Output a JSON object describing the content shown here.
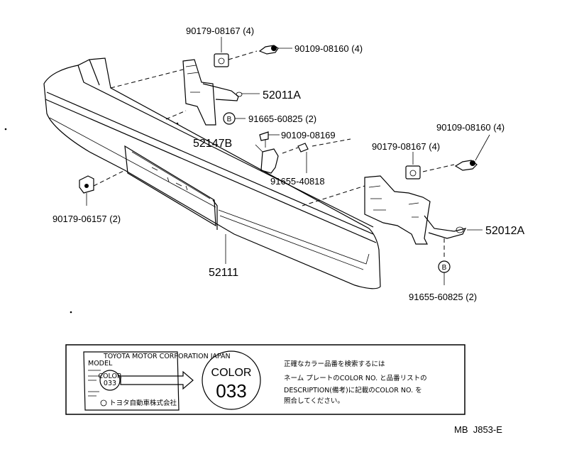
{
  "parts": {
    "p_90179_08167_top": "90179-08167 (4)",
    "p_90109_08160_top": "90109-08160 (4)",
    "p_52011A": "52011A",
    "p_91665_60825": "91665-60825 (2)",
    "p_52147B": "52147B",
    "p_90109_08169": "90109-08169",
    "p_91655_40818": "91655-40818",
    "p_90109_08160_right": "90109-08160 (4)",
    "p_90179_08167_right": "90179-08167 (4)",
    "p_52012A": "52012A",
    "p_90179_06157": "90179-06157 (2)",
    "p_52111": "52111",
    "p_91655_60825": "91655-60825 (2)",
    "marker_b": "B"
  },
  "note_box": {
    "plate_header": "TOYOTA MOTOR CORPORATION JAPAN",
    "plate_model": "MODEL",
    "plate_color_small": "COLOR",
    "plate_code_small": "033",
    "plate_footer": "トヨタ自動車株式会社",
    "circle_label": "COLOR",
    "circle_code": "033",
    "text_line1": "正確なカラー品番を検索するには",
    "text_line2": "ネーム プレートのCOLOR NO. と品番リストの",
    "text_line3": "DESCRIPTION(備考)に記載のCOLOR NO. を",
    "text_line4": "照合してください。"
  },
  "footer": {
    "code": "MB  J853-E"
  }
}
